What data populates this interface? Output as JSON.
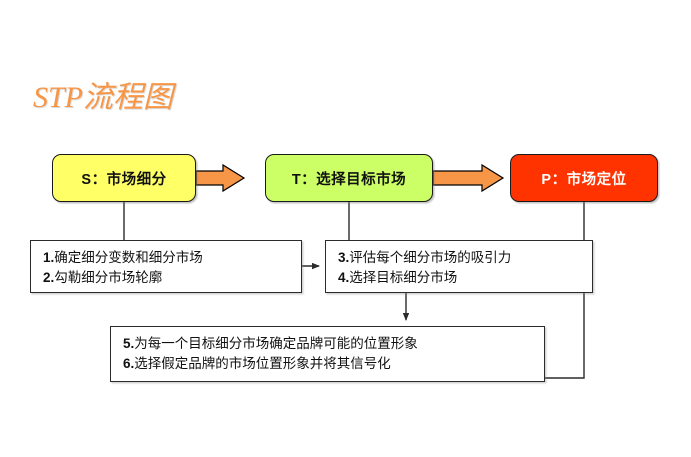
{
  "page": {
    "title": "STP流程图",
    "background": "#ffffff",
    "title_color": "#f79646"
  },
  "stages": [
    {
      "key": "s",
      "lead": "S",
      "separator": "：",
      "label": "市场细分",
      "text": "S：市场细分",
      "fill": "#ffff66",
      "text_color": "#111111"
    },
    {
      "key": "t",
      "lead": "T",
      "separator": "：",
      "label": "选择目标市场",
      "text": "T：选择目标市场",
      "fill": "#ccff66",
      "text_color": "#111111"
    },
    {
      "key": "p",
      "lead": "P",
      "separator": "：",
      "label": "市场定位",
      "text": "P：市场定位",
      "fill": "#ff3300",
      "text_color": "#ffffff"
    }
  ],
  "arrows": {
    "fill": "#f79646",
    "stroke": "#000000",
    "count": 2
  },
  "details": [
    {
      "key": "segmentation",
      "lines": [
        {
          "num": "1.",
          "text": "确定细分变数和细分市场"
        },
        {
          "num": "2.",
          "text": "勾勒细分市场轮廓"
        }
      ]
    },
    {
      "key": "targeting",
      "lines": [
        {
          "num": "3.",
          "text": "评估每个细分市场的吸引力"
        },
        {
          "num": "4.",
          "text": "选择目标细分市场"
        }
      ]
    },
    {
      "key": "positioning",
      "lines": [
        {
          "num": "5.",
          "text": "为每一个目标细分市场确定品牌可能的位置形象"
        },
        {
          "num": "6.",
          "text": "选择假定品牌的市场位置形象并将其信号化"
        }
      ]
    }
  ],
  "connectors": {
    "stroke": "#2b2b2b",
    "items": [
      "stage-s-down-to-detail-1",
      "stage-t-down-to-detail-2",
      "stage-p-down-right-to-detail-3",
      "detail-1-right-arrow-to-detail-2",
      "detail-2-down-arrow-to-detail-3"
    ]
  }
}
